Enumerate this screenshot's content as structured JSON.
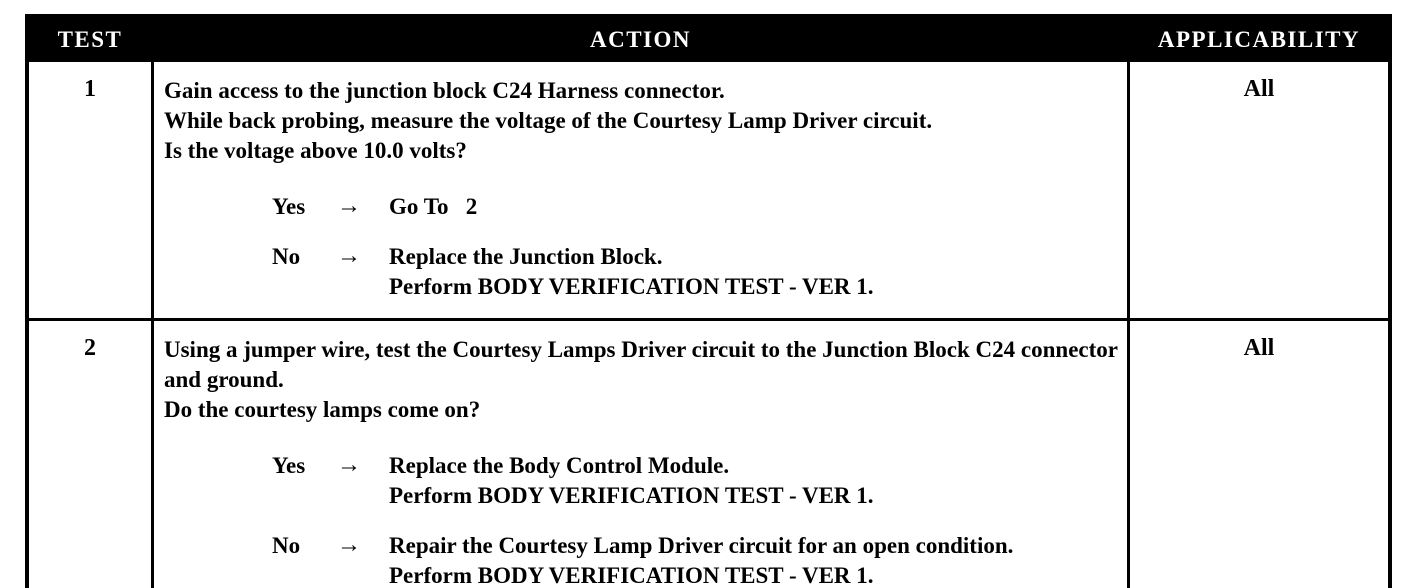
{
  "page": {
    "background": "#ffffff",
    "text_color": "#000000",
    "header_bg": "#000000",
    "header_text_color": "#ffffff"
  },
  "table": {
    "headers": {
      "test": "TEST",
      "action": "ACTION",
      "applicability": "APPLICABILITY"
    },
    "rows": [
      {
        "test": "1",
        "applicability": "All",
        "description": [
          "Gain access to the junction block C24 Harness connector.",
          "While back probing, measure the voltage of the Courtesy Lamp Driver circuit.",
          "Is the voltage above 10.0 volts?"
        ],
        "answers": [
          {
            "label": "Yes",
            "arrow": "→",
            "lines": [
              "Go To   2"
            ]
          },
          {
            "label": "No",
            "arrow": "→",
            "lines": [
              "Replace the Junction Block.",
              "Perform BODY VERIFICATION TEST - VER 1."
            ]
          }
        ]
      },
      {
        "test": "2",
        "applicability": "All",
        "description": [
          "Using a jumper wire, test the Courtesy Lamps Driver circuit to the Junction Block C24 connector and ground.",
          "Do the courtesy lamps come on?"
        ],
        "answers": [
          {
            "label": "Yes",
            "arrow": "→",
            "lines": [
              "Replace the Body Control Module.",
              "Perform BODY VERIFICATION TEST - VER 1."
            ]
          },
          {
            "label": "No",
            "arrow": "→",
            "lines": [
              "Repair the Courtesy Lamp Driver circuit for an open condition.",
              "Perform BODY VERIFICATION TEST - VER 1."
            ]
          }
        ]
      }
    ]
  }
}
